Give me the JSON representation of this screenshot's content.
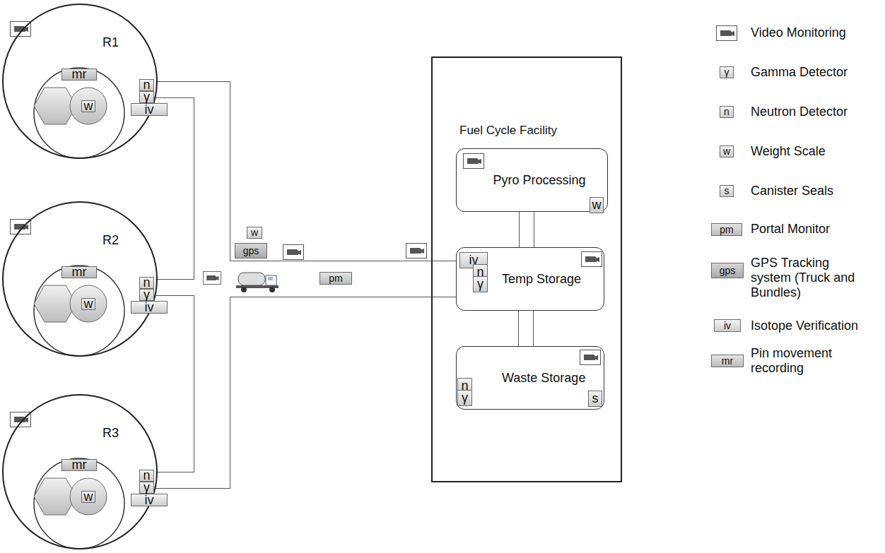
{
  "diagram": {
    "nodes": [
      {
        "text": [
          "R1"
        ]
      },
      {
        "text": [
          "mr"
        ],
        "in": 0
      },
      {
        "text": [
          "w"
        ],
        "in": 0
      },
      {
        "text": [
          "n"
        ],
        "in": 0
      },
      {
        "text": [
          "γ"
        ],
        "in": 0
      },
      {
        "text": [
          "iv"
        ],
        "in": 0
      },
      {
        "text": [
          "R2"
        ]
      },
      {
        "text": [
          "mr"
        ],
        "in": 6
      },
      {
        "text": [
          "w"
        ],
        "in": 6
      },
      {
        "text": [
          "n"
        ],
        "in": 6
      },
      {
        "text": [
          "γ"
        ],
        "in": 6
      },
      {
        "text": [
          "iv"
        ],
        "in": 6
      },
      {
        "text": [
          "R3"
        ]
      },
      {
        "text": [
          "mr"
        ],
        "in": 12
      },
      {
        "text": [
          "w"
        ],
        "in": 12
      },
      {
        "text": [
          "n"
        ],
        "in": 12
      },
      {
        "text": [
          "γ"
        ],
        "in": 12
      },
      {
        "text": [
          "iv"
        ],
        "in": 12
      },
      {
        "text": [
          "w"
        ]
      },
      {
        "text": [
          "gps"
        ]
      },
      {
        "text": [
          "pm"
        ]
      },
      {
        "text": [
          "Fuel Cycle Facility"
        ]
      },
      {
        "text": [
          "Pyro Processing"
        ],
        "in": 21
      },
      {
        "text": [
          "w"
        ],
        "in": 22
      },
      {
        "text": [
          "Temp Storage"
        ],
        "in": 21
      },
      {
        "text": [
          "iv"
        ],
        "in": 24
      },
      {
        "text": [
          "n"
        ],
        "in": 24
      },
      {
        "text": [
          "γ"
        ],
        "in": 24
      },
      {
        "text": [
          "Waste Storage"
        ],
        "in": 21
      },
      {
        "text": [
          "n"
        ],
        "in": 28
      },
      {
        "text": [
          "γ"
        ],
        "in": 28
      },
      {
        "text": [
          "s"
        ],
        "in": 28
      },
      {
        "text": [
          "γ"
        ]
      },
      {
        "text": [
          "n"
        ]
      },
      {
        "text": [
          "w"
        ]
      },
      {
        "text": [
          "s"
        ]
      },
      {
        "text": [
          "pm"
        ]
      },
      {
        "text": [
          "gps"
        ]
      },
      {
        "text": [
          "iv"
        ]
      },
      {
        "text": [
          "mr"
        ]
      }
    ],
    "edges": [
      {
        "from": 0,
        "to": 24,
        "arrow": "none"
      },
      {
        "from": 6,
        "to": 24,
        "arrow": "none"
      },
      {
        "from": 12,
        "to": 24,
        "arrow": "none"
      },
      {
        "from": 22,
        "to": 24,
        "arrow": "none"
      },
      {
        "from": 24,
        "to": 28,
        "arrow": "none"
      }
    ],
    "legend": [
      {
        "text": "Video Monitoring"
      },
      {
        "text": "Gamma Detector"
      },
      {
        "text": "Neutron Detector"
      },
      {
        "text": "Weight Scale"
      },
      {
        "text": "Canister Seals"
      },
      {
        "text": "Portal Monitor"
      },
      {
        "text": "GPS Tracking system (Truck and Bundles)"
      },
      {
        "text": "Isotope Verification"
      },
      {
        "text": "Pin movement recording"
      }
    ]
  }
}
